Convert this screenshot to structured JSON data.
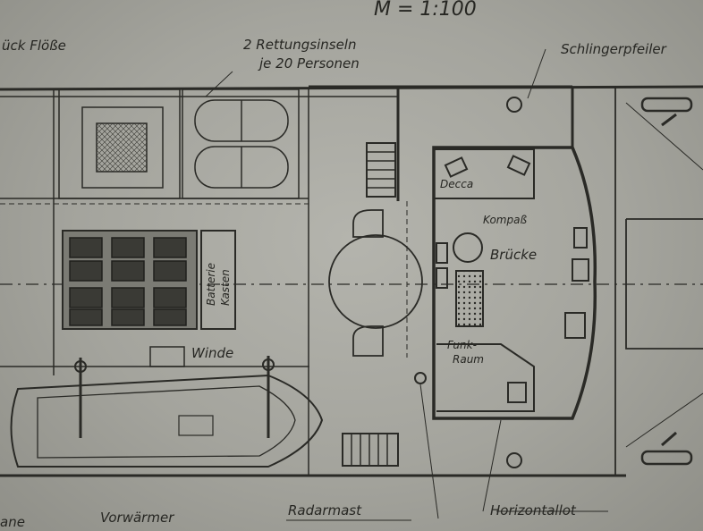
{
  "scale": "M = 1:100",
  "labels": {
    "top_left_fragment": "ück Flöße",
    "liferafts": "2 Rettungsinseln",
    "persons": "je 20 Personen",
    "schlinger": "Schlingerpfeiler",
    "decca": "Decca",
    "kompass": "Kompaß",
    "bruecke": "Brücke",
    "batterie_1": "Batterie",
    "batterie_2": "Kasten",
    "winde": "Winde",
    "funk_1": "Funk-",
    "funk_2": "Raum",
    "vorwaermer": "Vorwärmer",
    "radarmast": "Radarmast",
    "horizontallot": "Horizontallot",
    "bottom_left_fragment": "ane"
  },
  "colors": {
    "paper": "#a8a8a1",
    "ink": "#2a2a26"
  }
}
